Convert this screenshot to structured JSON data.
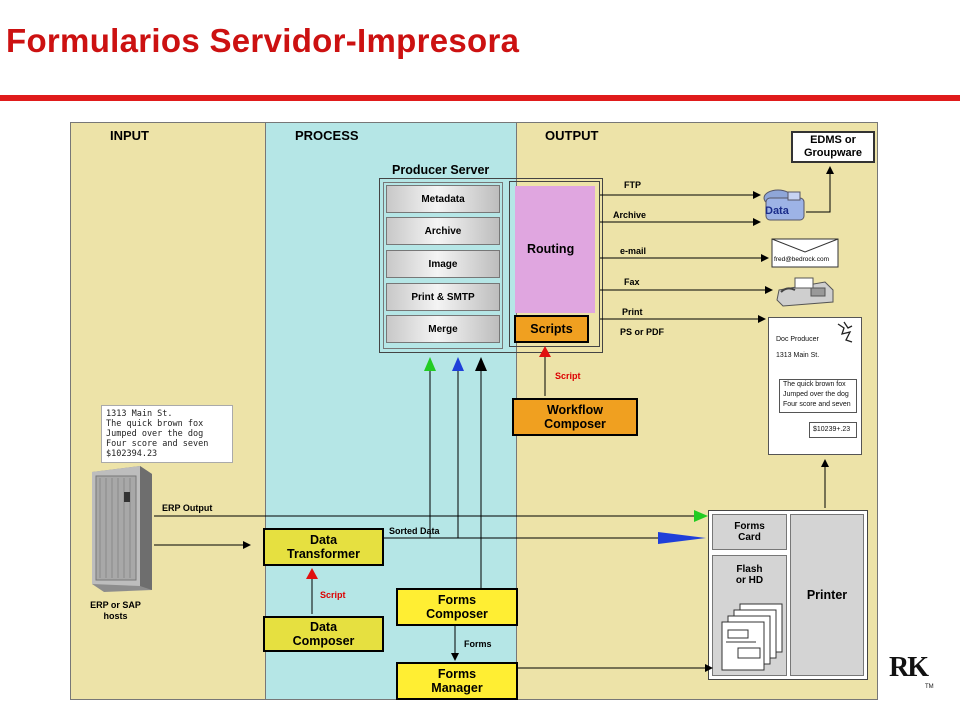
{
  "title": "Formularios Servidor-Impresora",
  "columns": {
    "input": "INPUT",
    "process": "PROCESS",
    "output": "OUTPUT"
  },
  "server": {
    "title": "Producer Server",
    "modules": [
      "Metadata",
      "Archive",
      "Image",
      "Print & SMTP",
      "Merge"
    ],
    "routing": "Routing",
    "scripts": "Scripts"
  },
  "workflow_composer": {
    "line1": "Workflow",
    "line2": "Composer"
  },
  "data_transformer": {
    "line1": "Data",
    "line2": "Transformer"
  },
  "data_composer": {
    "line1": "Data",
    "line2": "Composer"
  },
  "forms_composer": {
    "line1": "Forms",
    "line2": "Composer"
  },
  "forms_manager": {
    "line1": "Forms",
    "line2": "Manager"
  },
  "output_channels": {
    "ftp": "FTP",
    "archive": "Archive",
    "email": "e-mail",
    "fax": "Fax",
    "print": "Print",
    "print_sub": "PS or PDF"
  },
  "edms": {
    "line1": "EDMS or",
    "line2": "Groupware"
  },
  "data_icon": "Data",
  "email_address": "fred@bedrock.com",
  "printed_doc": {
    "line1": "Doc Producer",
    "line2": "1313 Main St.",
    "body": [
      "The quick brown fox",
      "Jumped over the dog",
      "Four score and seven"
    ],
    "amount": "$10239+.23"
  },
  "sample_input": [
    "1313 Main St.",
    "The quick brown fox",
    "Jumped over the dog",
    "Four score and seven",
    "$102394.23"
  ],
  "labels": {
    "erp_output": "ERP Output",
    "sorted_data": "Sorted Data",
    "script_wf": "Script",
    "script_dc": "Script",
    "forms": "Forms",
    "hosts": {
      "line1": "ERP or SAP",
      "line2": "hosts"
    }
  },
  "printer": {
    "forms_card": {
      "line1": "Forms",
      "line2": "Card"
    },
    "flash": {
      "line1": "Flash",
      "line2": "or HD"
    },
    "label": "Printer"
  },
  "logo": {
    "text": "RK",
    "tm": "TM"
  },
  "colors": {
    "title_red": "#cc1111",
    "input_panel": "#ede3a8",
    "process_panel": "#b5e6e6",
    "routing": "#e0a6e0",
    "scripts": "#f0a020",
    "yellow_box": "#e6e040",
    "bright_yellow": "#ffee33"
  }
}
